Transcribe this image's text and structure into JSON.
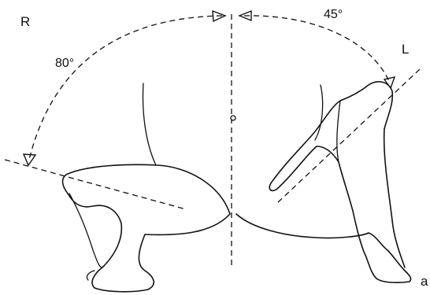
{
  "labels": {
    "side_right": "R",
    "side_left": "L",
    "angle_right": "80°",
    "angle_left": "45°",
    "panel": "a"
  },
  "colors": {
    "ink": "#111111",
    "background": "#ffffff"
  }
}
